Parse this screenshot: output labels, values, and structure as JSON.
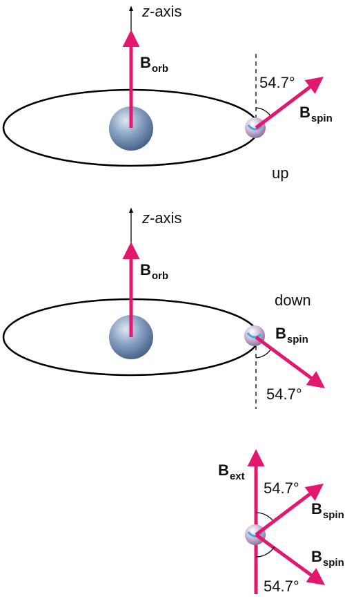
{
  "colors": {
    "vector": "#e4176e",
    "axis": "#000000",
    "orbit": "#000000",
    "nucleus": "#5c7aa3",
    "electron": "#b59cc7",
    "spin_mark": "#3fa9d8"
  },
  "panel1": {
    "axis_label_prefix": "z",
    "axis_label_suffix": "-axis",
    "borb_main": "B",
    "borb_sub": "orb",
    "angle": "54.7°",
    "bspin_main": "B",
    "bspin_sub": "spin",
    "state": "up"
  },
  "panel2": {
    "axis_label_prefix": "z",
    "axis_label_suffix": "-axis",
    "borb_main": "B",
    "borb_sub": "orb",
    "state": "down",
    "bspin_main": "B",
    "bspin_sub": "spin",
    "angle": "54.7°"
  },
  "panel3": {
    "bext_main": "B",
    "bext_sub": "ext",
    "angle_top": "54.7°",
    "bspin_top_main": "B",
    "bspin_top_sub": "spin",
    "bspin_bottom_main": "B",
    "bspin_bottom_sub": "spin",
    "angle_bottom": "54.7°"
  }
}
